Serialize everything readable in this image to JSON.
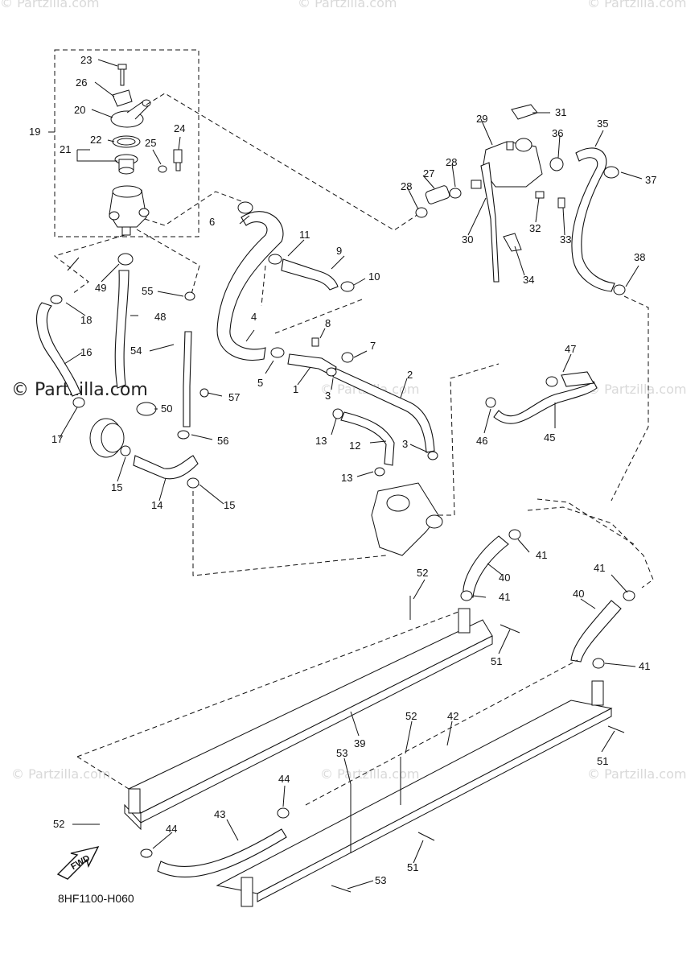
{
  "watermarks": {
    "site": "© Partzilla.com",
    "side_text": "© Partzilla.com"
  },
  "diagram_code": "8HF1100-H060",
  "fwd_label": "FWD",
  "callouts": [
    "1",
    "2",
    "3",
    "3",
    "3",
    "4",
    "5",
    "6",
    "7",
    "8",
    "9",
    "10",
    "11",
    "12",
    "13",
    "13",
    "14",
    "15",
    "15",
    "16",
    "17",
    "18",
    "19",
    "20",
    "21",
    "22",
    "23",
    "24",
    "25",
    "26",
    "27",
    "28",
    "28",
    "29",
    "30",
    "31",
    "32",
    "33",
    "34",
    "35",
    "36",
    "37",
    "38",
    "39",
    "40",
    "40",
    "41",
    "41",
    "41",
    "41",
    "42",
    "43",
    "44",
    "44",
    "45",
    "46",
    "47",
    "48",
    "49",
    "50",
    "51",
    "51",
    "51",
    "52",
    "52",
    "52",
    "53",
    "53",
    "54",
    "55",
    "56",
    "57"
  ]
}
